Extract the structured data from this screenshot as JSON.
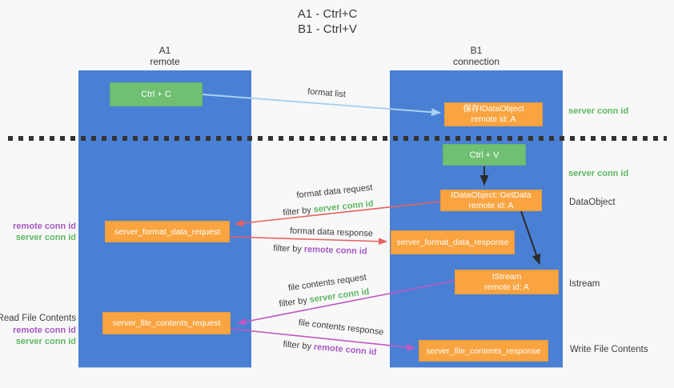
{
  "title": {
    "line1": "A1 - Ctrl+C",
    "line2": "B1 - Ctrl+V"
  },
  "lanes": {
    "left": {
      "title": "A1",
      "subtitle": "remote"
    },
    "right": {
      "title": "B1",
      "subtitle": "connection"
    }
  },
  "nodes": {
    "ctrl_c": {
      "label": "Ctrl + C"
    },
    "ctrl_v": {
      "label": "Ctrl + V"
    },
    "save_dataobject": {
      "line1": "保存IDataObject",
      "line2": "remote id: A"
    },
    "getdata": {
      "line1": "IDataObject::GetData",
      "line2": "remote id: A"
    },
    "istream": {
      "line1": "IStream",
      "line2": "remote id: A"
    },
    "format_request": {
      "label": "server_format_data_request"
    },
    "format_response": {
      "label": "server_format_data_response"
    },
    "file_request": {
      "label": "server_file_contents_request"
    },
    "file_response": {
      "label": "server_file_contents_response"
    }
  },
  "edge_labels": {
    "format_list": "format list",
    "format_data_request": "format data request",
    "format_data_response": "format data response",
    "file_contents_request": "file contents request",
    "file_contents_response": "file contents response",
    "filter_by": "filter by",
    "server_conn_id": "server conn id",
    "remote_conn_id": "remote conn id"
  },
  "side_labels": {
    "left": {
      "remote_conn_id_1": "remote conn id",
      "server_conn_id_1": "server conn id",
      "read_file_contents": "Read File Contents",
      "remote_conn_id_2": "remote conn id",
      "server_conn_id_2": "server conn id"
    },
    "right": {
      "server_conn_id_1": "server conn id",
      "server_conn_id_2": "server conn id",
      "dataobject": "DataObject",
      "istream": "Istream",
      "write_file_contents": "Write File Contents"
    }
  },
  "colors": {
    "lane_blue": "#4a80d4",
    "node_orange": "#f9a440",
    "node_green": "#70bf73",
    "text_green": "#5cb860",
    "text_purple": "#a55bc5",
    "arrow_red": "#e86060",
    "arrow_magenta": "#c058c0",
    "arrow_light_blue": "#a8d2f0",
    "arrow_black": "#2b2b2b",
    "dotted_line": "#333333"
  }
}
